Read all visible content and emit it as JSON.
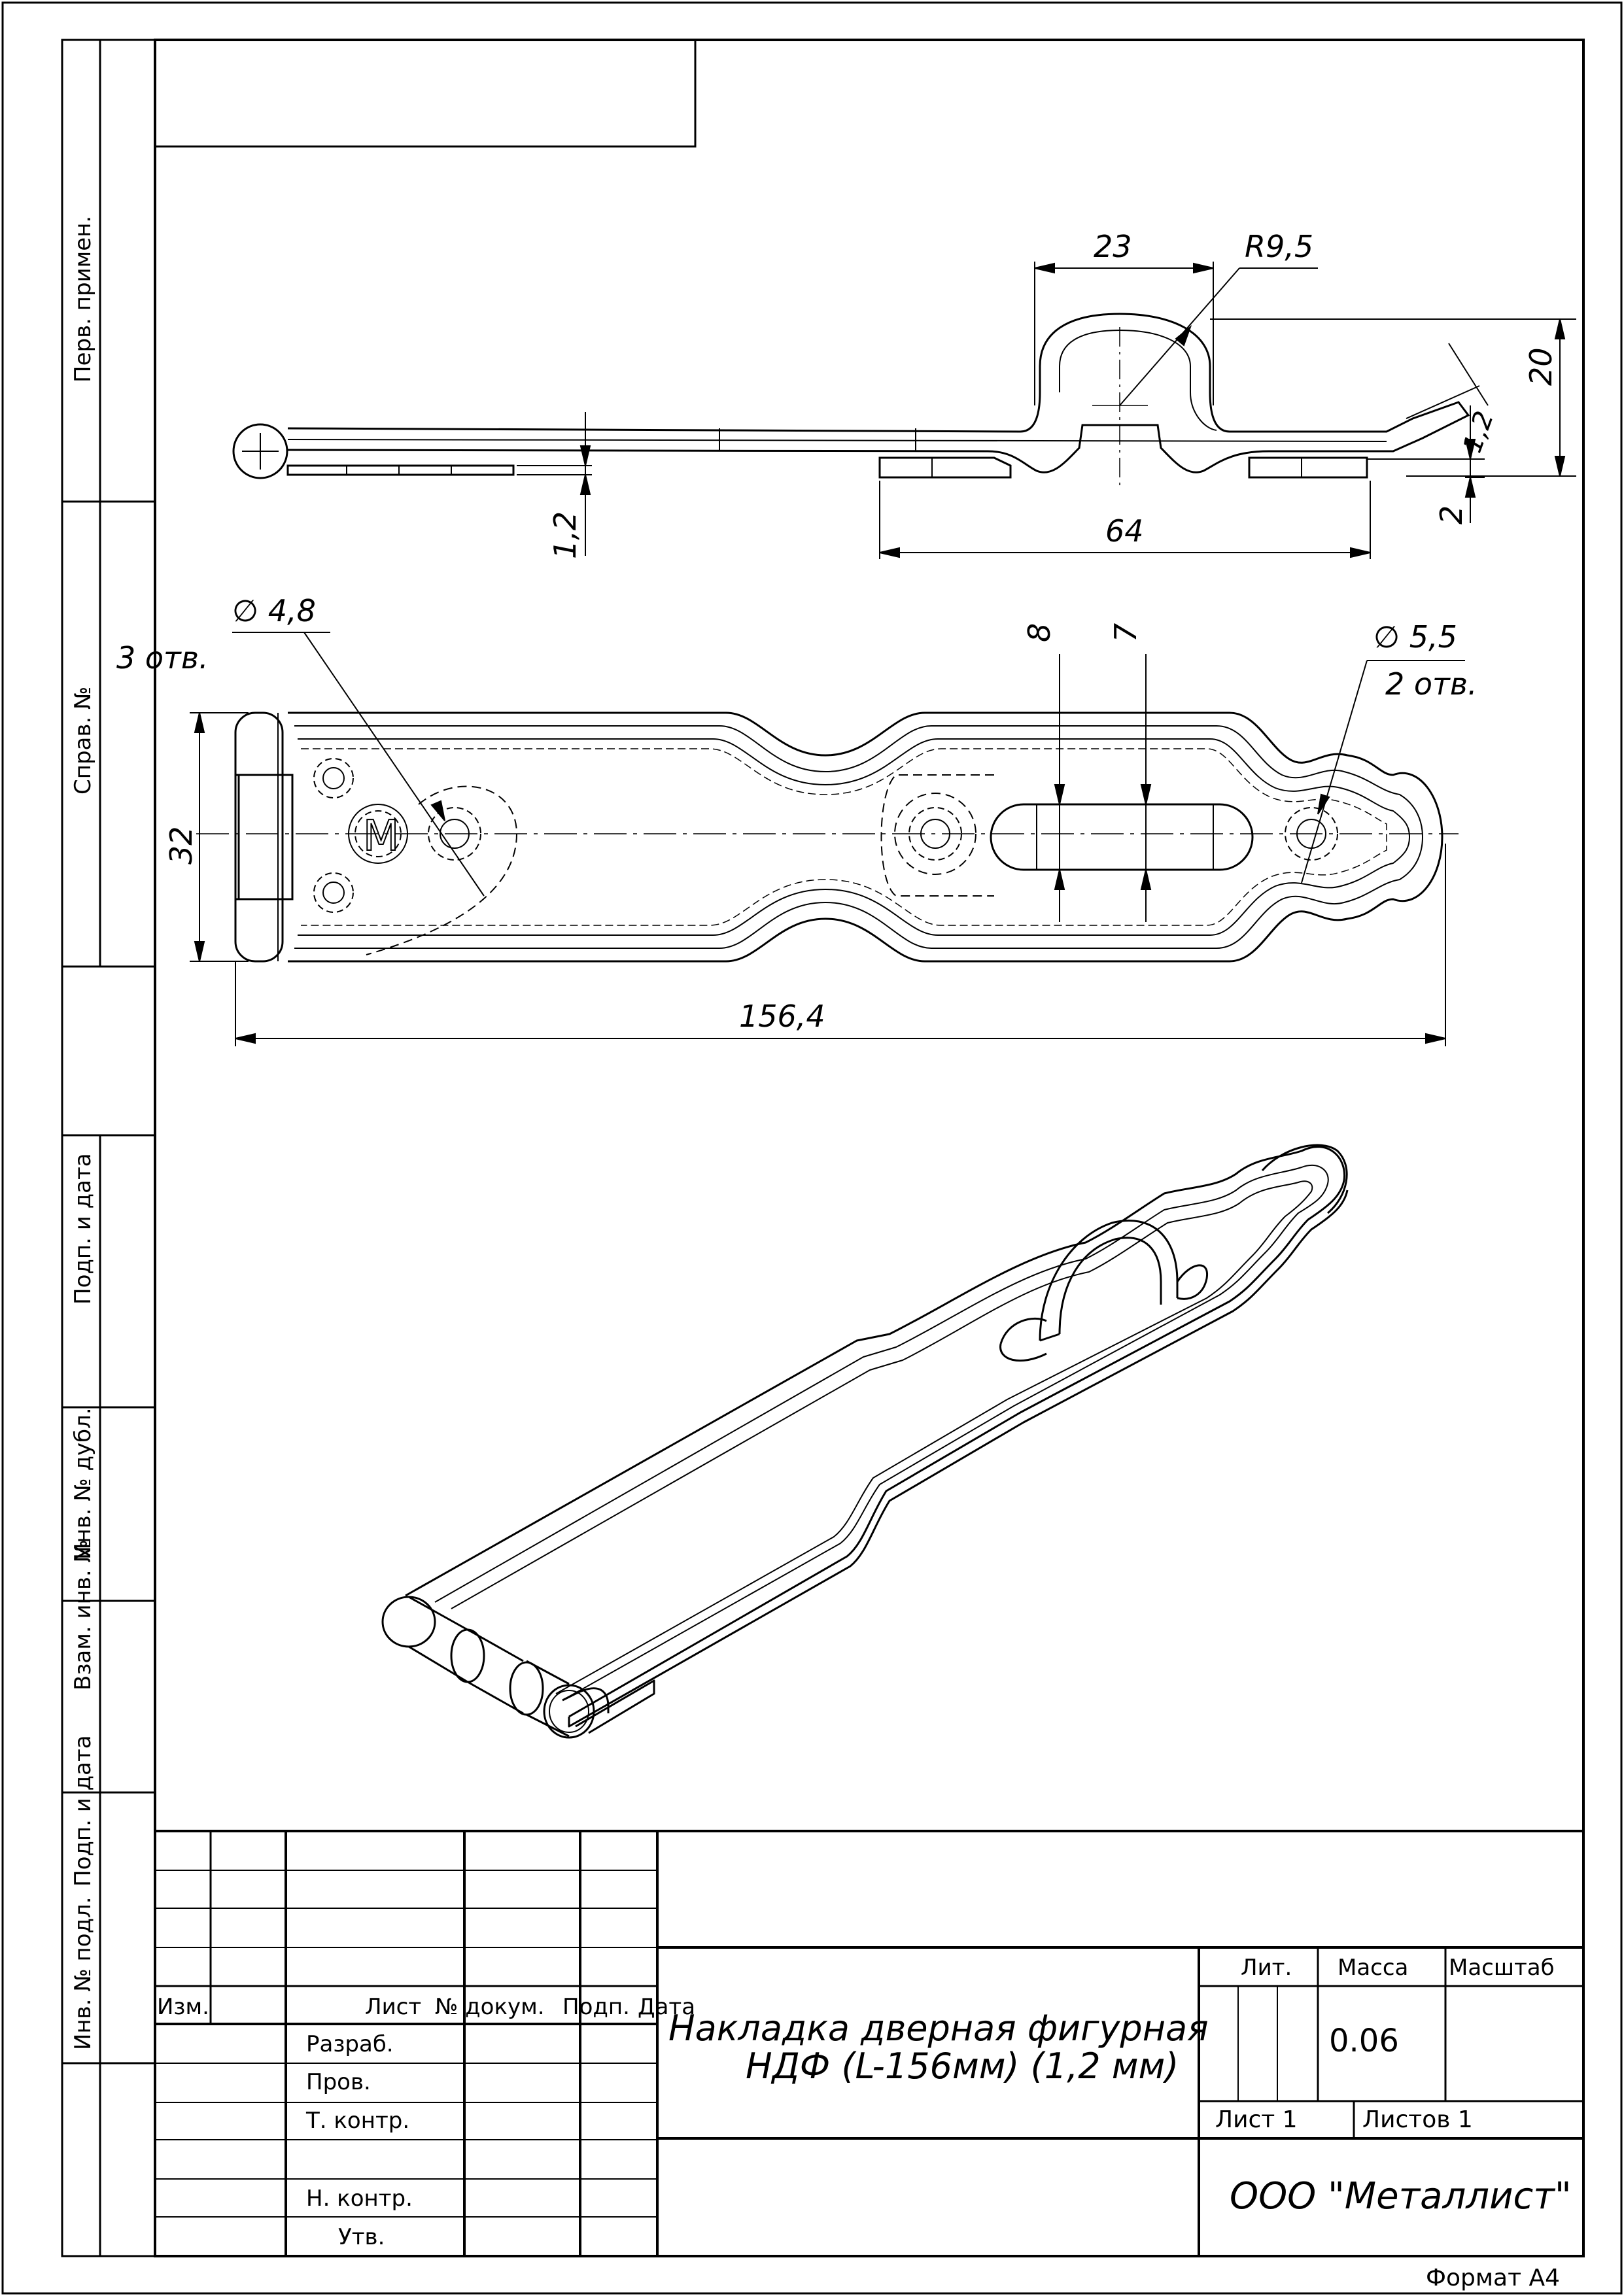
{
  "side_labels": {
    "perv_primen": "Перв. примен.",
    "sprav_no": "Справ. №",
    "podp_data_1": "Подп. и дата",
    "inv_dubl": "Инв. № дубл.",
    "vzam_inv": "Взам. инв. №",
    "podp_data_2": "Подп. и дата",
    "inv_podl": "Инв. № подл."
  },
  "dimensions": {
    "width_23": "23",
    "radius": "R9,5",
    "height_20": "20",
    "small_12a": "1,2",
    "small_2": "2",
    "thickness_12": "1,2",
    "length_64": "64",
    "hole_48": "∅ 4,8",
    "holes_3": "3 отв.",
    "slot_8": "8",
    "slot_7": "7",
    "hole_55": "∅ 5,5",
    "holes_2": "2 отв.",
    "width_32": "32",
    "total_1564": "156,4",
    "stamp_letter": "M"
  },
  "title_block": {
    "col_izm": "Изм.",
    "col_list": "Лист",
    "col_doc": "№ докум.",
    "col_podp": "Подп.",
    "col_data": "Дата",
    "razrab": "Разраб.",
    "prov": "Пров.",
    "t_kontr": "Т. контр.",
    "n_kontr": "Н. контр.",
    "utv": "Утв.",
    "title_line1": "Накладка дверная фигурная",
    "title_line2": "НДФ (L-156мм) (1,2 мм)",
    "lit": "Лит.",
    "massa": "Масса",
    "masshtab": "Масштаб",
    "massa_value": "0.06",
    "list": "Лист 1",
    "listov": "Листов 1",
    "company": "ООО \"Металлист\"",
    "format": "Формат А4"
  }
}
